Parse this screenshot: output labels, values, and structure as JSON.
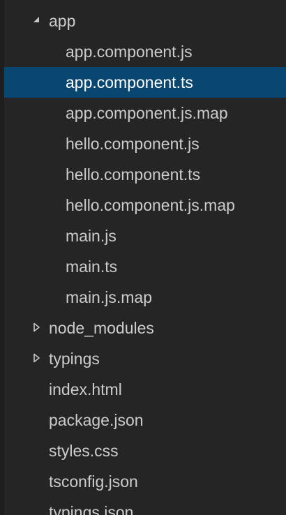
{
  "explorer": {
    "items": [
      {
        "label": "app",
        "type": "folder",
        "expanded": true,
        "depth": 0,
        "selected": false
      },
      {
        "label": "app.component.js",
        "type": "file",
        "depth": 1,
        "selected": false
      },
      {
        "label": "app.component.ts",
        "type": "file",
        "depth": 1,
        "selected": true
      },
      {
        "label": "app.component.js.map",
        "type": "file",
        "depth": 1,
        "selected": false
      },
      {
        "label": "hello.component.js",
        "type": "file",
        "depth": 1,
        "selected": false
      },
      {
        "label": "hello.component.ts",
        "type": "file",
        "depth": 1,
        "selected": false
      },
      {
        "label": "hello.component.js.map",
        "type": "file",
        "depth": 1,
        "selected": false
      },
      {
        "label": "main.js",
        "type": "file",
        "depth": 1,
        "selected": false
      },
      {
        "label": "main.ts",
        "type": "file",
        "depth": 1,
        "selected": false
      },
      {
        "label": "main.js.map",
        "type": "file",
        "depth": 1,
        "selected": false
      },
      {
        "label": "node_modules",
        "type": "folder",
        "expanded": false,
        "depth": 0,
        "selected": false
      },
      {
        "label": "typings",
        "type": "folder",
        "expanded": false,
        "depth": 0,
        "selected": false
      },
      {
        "label": "index.html",
        "type": "file",
        "depth": 0,
        "selected": false
      },
      {
        "label": "package.json",
        "type": "file",
        "depth": 0,
        "selected": false
      },
      {
        "label": "styles.css",
        "type": "file",
        "depth": 0,
        "selected": false
      },
      {
        "label": "tsconfig.json",
        "type": "file",
        "depth": 0,
        "selected": false
      },
      {
        "label": "typings.json",
        "type": "file",
        "depth": 0,
        "selected": false
      }
    ]
  },
  "colors": {
    "background": "#252526",
    "selected_background": "#094771",
    "text": "#cccccc",
    "selected_text": "#ffffff",
    "twisty": "#c5c5c5"
  }
}
